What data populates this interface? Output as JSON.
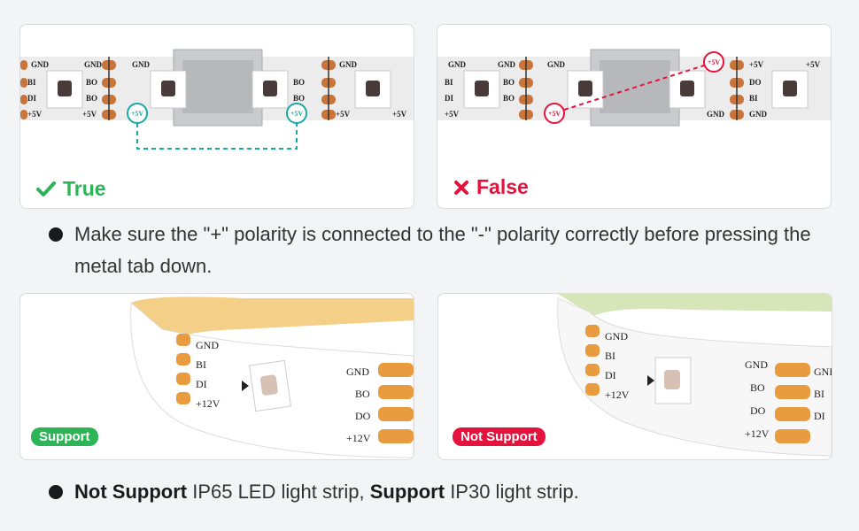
{
  "panels": {
    "true_panel": {
      "verdict": "True",
      "labels": {
        "gnd": "GND",
        "bi": "BI",
        "bo": "BO",
        "di": "DI",
        "v5": "+5V"
      }
    },
    "false_panel": {
      "verdict": "False",
      "labels": {
        "gnd": "GND",
        "bi": "BI",
        "bo": "BO",
        "di": "DI",
        "v5": "+5V",
        "do": "DO"
      }
    },
    "support_panel": {
      "badge": "Support",
      "labels": {
        "gnd": "GND",
        "bi": "BI",
        "bo": "BO",
        "di": "DI",
        "do": "DO",
        "v12": "+12V"
      }
    },
    "nosupport_panel": {
      "badge": "Not Support",
      "labels": {
        "gnd": "GND",
        "bi": "BI",
        "bo": "BO",
        "di": "DI",
        "do": "DO",
        "v12": "+12V"
      }
    }
  },
  "notes": {
    "polarity_note": "Make sure the \"+\" polarity is connected to the \"-\" polarity correctly before pressing the metal tab down.",
    "ip_note": {
      "part1_bold": "Not Support",
      "part2": " IP65 LED light strip, ",
      "part3_bold": "Support",
      "part4": " IP30 light strip."
    }
  },
  "colors": {
    "ok_green": "#2cb456",
    "bad_red": "#e5123d",
    "teal": "#19a9a4",
    "copper": "#c8743a",
    "amber": "#f0a040"
  }
}
